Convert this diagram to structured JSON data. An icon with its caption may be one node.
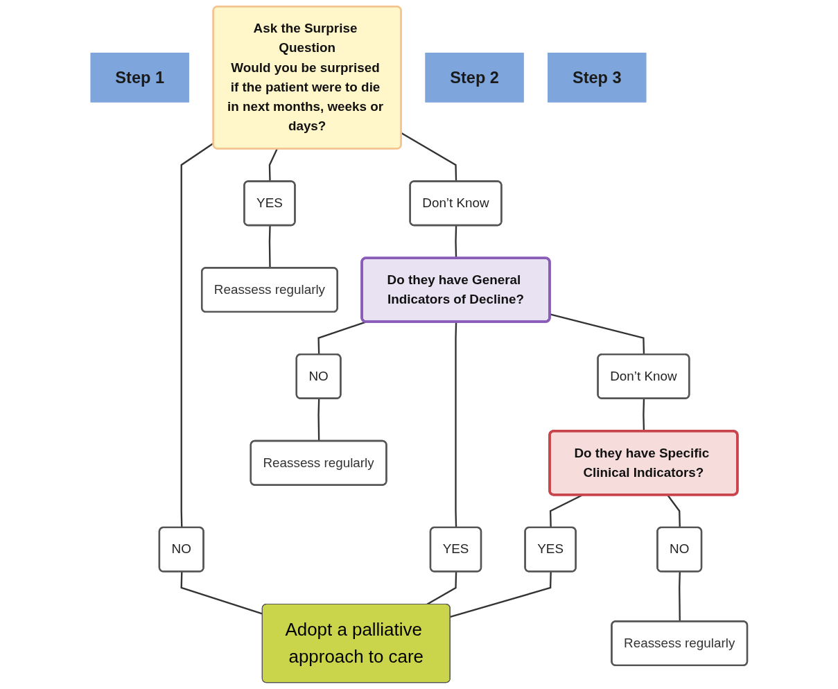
{
  "diagram": {
    "nodes": [
      {
        "text": [
          "Step 1"
        ]
      },
      {
        "text": [
          "Ask the Surprise Question",
          "Would you be surprised if the patient were to die in next months, weeks or days?"
        ]
      },
      {
        "text": [
          "NO"
        ]
      },
      {
        "text": [
          "Don’t Know"
        ]
      },
      {
        "text": [
          "YES"
        ]
      },
      {
        "text": [
          "Step 2"
        ]
      },
      {
        "text": [
          "Do they have General Indicators of Decline?"
        ]
      },
      {
        "text": [
          "Reassess regularly"
        ]
      },
      {
        "text": [
          "YES"
        ]
      },
      {
        "text": [
          "Don’t Know"
        ]
      },
      {
        "text": [
          "NO"
        ]
      },
      {
        "text": [
          "Step 3"
        ]
      },
      {
        "text": [
          "Do they have Specific Clinical Indicators?"
        ]
      },
      {
        "text": [
          "Reassess regularly"
        ]
      },
      {
        "text": [
          "YES"
        ]
      },
      {
        "text": [
          "NO"
        ]
      },
      {
        "text": [
          "Adopt a palliative approach to care"
        ]
      },
      {
        "text": [
          "Reassess regularly"
        ]
      }
    ],
    "edges": [
      {
        "from": 1,
        "to": 2,
        "arrow": "none"
      },
      {
        "from": 1,
        "to": 3,
        "arrow": "none"
      },
      {
        "from": 1,
        "to": 4,
        "arrow": "none"
      },
      {
        "from": 2,
        "to": 16,
        "arrow": "none"
      },
      {
        "from": 3,
        "to": 6,
        "arrow": "none"
      },
      {
        "from": 4,
        "to": 7,
        "arrow": "none"
      },
      {
        "from": 6,
        "to": 8,
        "arrow": "none"
      },
      {
        "from": 6,
        "to": 9,
        "arrow": "none"
      },
      {
        "from": 6,
        "to": 10,
        "arrow": "none"
      },
      {
        "from": 8,
        "to": 16,
        "arrow": "none"
      },
      {
        "from": 9,
        "to": 12,
        "arrow": "none"
      },
      {
        "from": 10,
        "to": 13,
        "arrow": "none"
      },
      {
        "from": 12,
        "to": 14,
        "arrow": "none"
      },
      {
        "from": 12,
        "to": 15,
        "arrow": "none"
      },
      {
        "from": 14,
        "to": 16,
        "arrow": "none"
      },
      {
        "from": 15,
        "to": 17,
        "arrow": "none"
      }
    ]
  }
}
